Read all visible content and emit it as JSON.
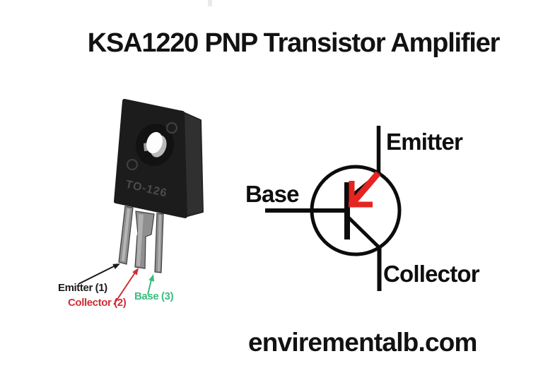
{
  "title": "KSA1220 PNP Transistor Amplifier",
  "watermark": "envirementalb.com",
  "package": {
    "marking": "TO-126",
    "pin_labels": {
      "emitter": "Emitter (1)",
      "collector": "Collector (2)",
      "base": "Base (3)"
    },
    "pin_label_colors": {
      "emitter": "#1a1a1a",
      "collector": "#cf2e36",
      "base": "#3cbc7e"
    }
  },
  "symbol": {
    "type": "PNP",
    "labels": {
      "emitter": "Emitter",
      "base": "Base",
      "collector": "Collector"
    },
    "line_color": "#0c0c0c",
    "arrow_color": "#e52521"
  }
}
